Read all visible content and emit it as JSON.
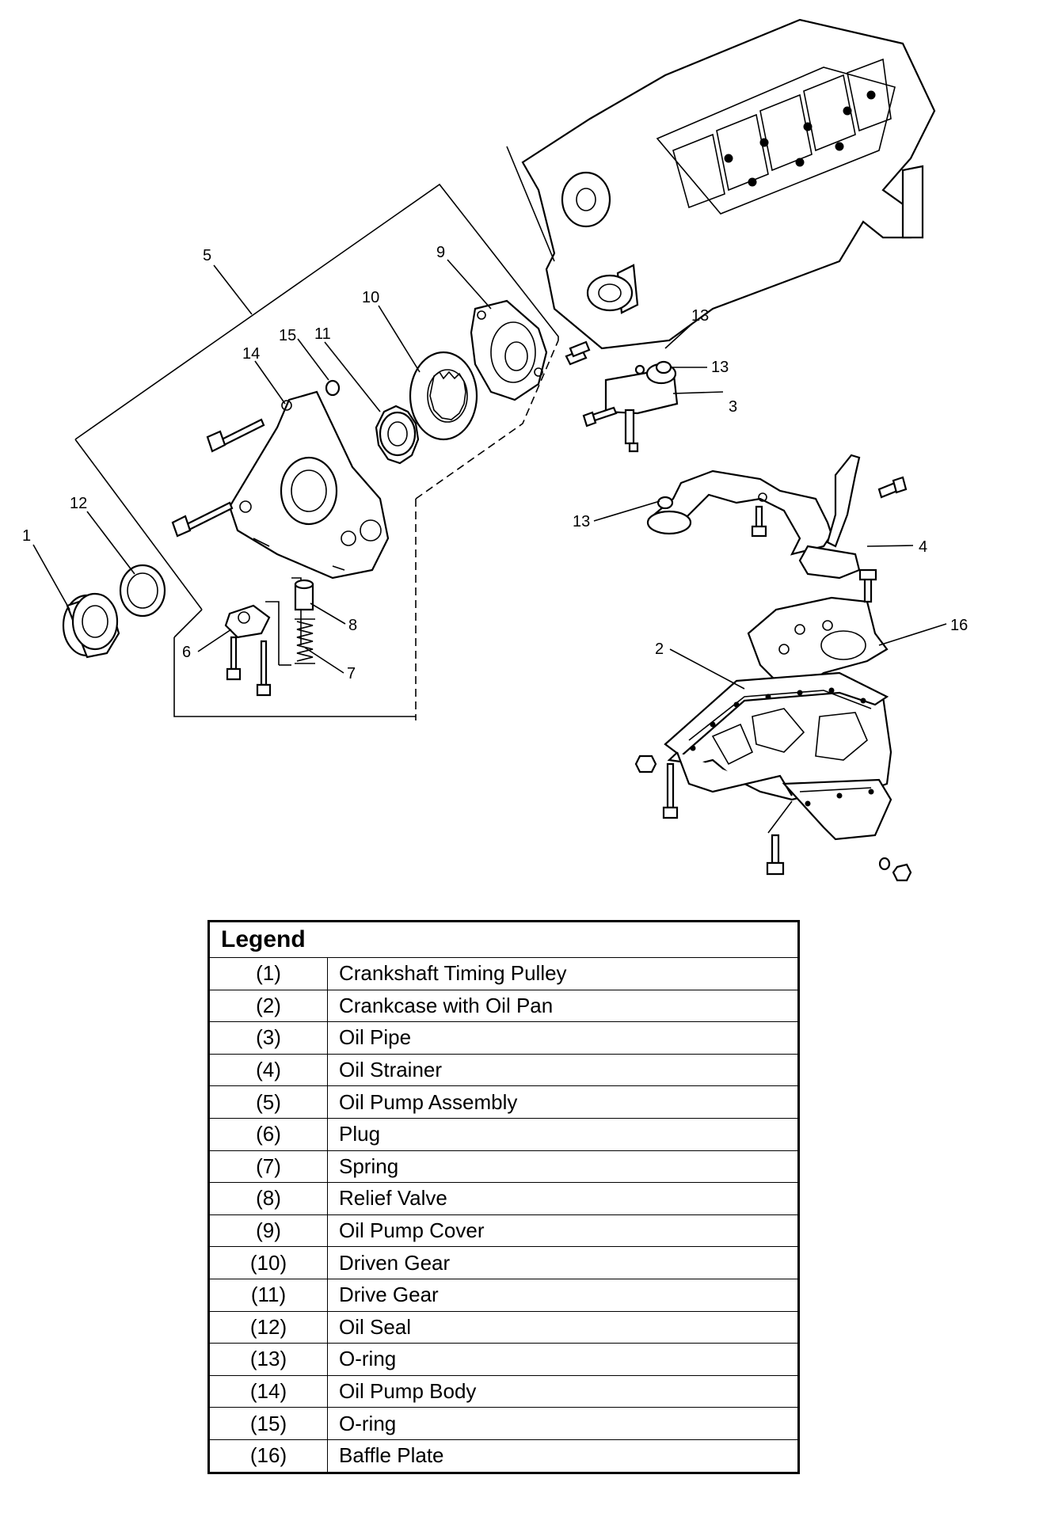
{
  "callouts": [
    {
      "id": "c1",
      "text": "1"
    },
    {
      "id": "c2",
      "text": "2"
    },
    {
      "id": "c3",
      "text": "3"
    },
    {
      "id": "c4",
      "text": "4"
    },
    {
      "id": "c5",
      "text": "5"
    },
    {
      "id": "c6",
      "text": "6"
    },
    {
      "id": "c7",
      "text": "7"
    },
    {
      "id": "c8",
      "text": "8"
    },
    {
      "id": "c9",
      "text": "9"
    },
    {
      "id": "c10",
      "text": "10"
    },
    {
      "id": "c11",
      "text": "11"
    },
    {
      "id": "c12",
      "text": "12"
    },
    {
      "id": "c13a",
      "text": "13"
    },
    {
      "id": "c13b",
      "text": "13"
    },
    {
      "id": "c13c",
      "text": "13"
    },
    {
      "id": "c14",
      "text": "14"
    },
    {
      "id": "c15",
      "text": "15"
    },
    {
      "id": "c16",
      "text": "16"
    }
  ],
  "legend": {
    "title": "Legend",
    "rows": [
      {
        "num": "(1)",
        "name": "Crankshaft Timing Pulley"
      },
      {
        "num": "(2)",
        "name": "Crankcase with Oil Pan"
      },
      {
        "num": "(3)",
        "name": "Oil Pipe"
      },
      {
        "num": "(4)",
        "name": "Oil Strainer"
      },
      {
        "num": "(5)",
        "name": "Oil Pump Assembly"
      },
      {
        "num": "(6)",
        "name": "Plug"
      },
      {
        "num": "(7)",
        "name": "Spring"
      },
      {
        "num": "(8)",
        "name": "Relief Valve"
      },
      {
        "num": "(9)",
        "name": "Oil Pump Cover"
      },
      {
        "num": "(10)",
        "name": "Driven Gear"
      },
      {
        "num": "(11)",
        "name": "Drive Gear"
      },
      {
        "num": "(12)",
        "name": "Oil Seal"
      },
      {
        "num": "(13)",
        "name": "O-ring"
      },
      {
        "num": "(14)",
        "name": "Oil Pump Body"
      },
      {
        "num": "(15)",
        "name": "O-ring"
      },
      {
        "num": "(16)",
        "name": "Baffle Plate"
      }
    ]
  }
}
